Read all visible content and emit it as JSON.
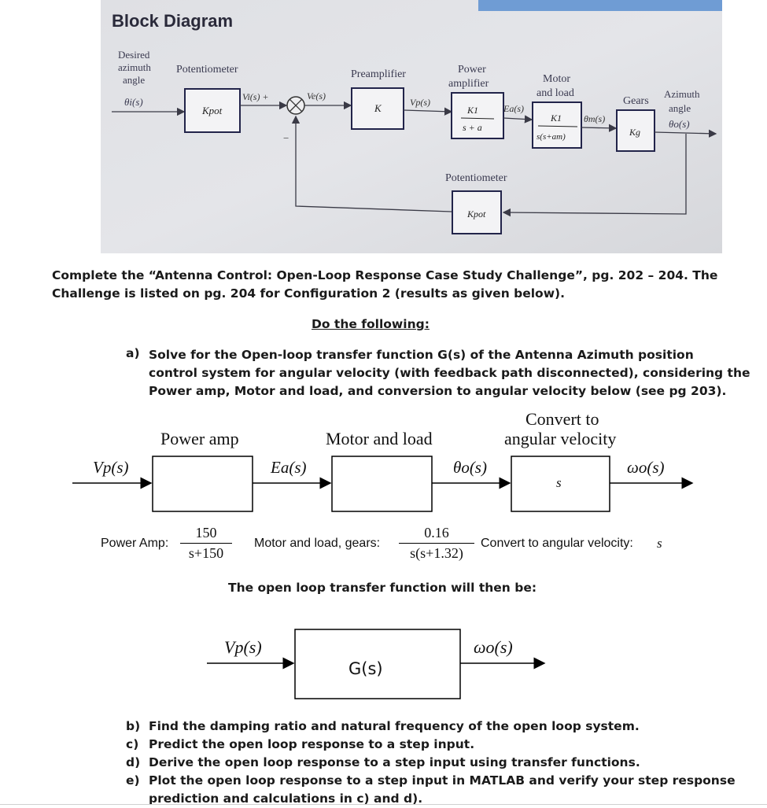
{
  "photo": {
    "heading": "Block Diagram",
    "input_label": [
      "Desired",
      "azimuth",
      "angle",
      "θi(s)"
    ],
    "pot1_label": "Potentiometer",
    "pot1_gain": "Kpot",
    "vi": "Vi(s) +",
    "ve": "Ve(s)",
    "minus": "−",
    "preamp_label": "Preamplifier",
    "preamp_gain": "K",
    "vp": "Vp(s)",
    "power_amp_label": [
      "Power",
      "amplifier"
    ],
    "power_amp_num": "K1",
    "power_amp_den": "s + a",
    "ea": "Ea(s)",
    "motor_label": [
      "Motor",
      "and load"
    ],
    "motor_num": "K1",
    "motor_den": "s(s+am)",
    "theta_m": "θm(s)",
    "gears_label": "Gears",
    "gears_gain": "Kg",
    "output_label": [
      "Azimuth",
      "angle",
      "θo(s)"
    ],
    "pot2_label": "Potentiometer",
    "pot2_gain": "Kpot"
  },
  "intro": {
    "line1": "Complete the “Antenna Control: Open-Loop Response Case Study Challenge”, pg. 202 – 204.  The",
    "line2": "Challenge is listed on pg. 204 for Configuration 2 (results as given below)."
  },
  "do_following": "Do the following:",
  "part_a": {
    "marker": "a)",
    "lines": [
      "Solve for the Open-loop transfer function G(s) of the Antenna Azimuth position",
      "control system for angular velocity (with feedback path disconnected), considering the",
      "Power amp, Motor and load, and conversion to angular velocity below (see pg 203)."
    ]
  },
  "chain": {
    "power_amp_label": "Power amp",
    "motor_label": "Motor and load",
    "convert_label": [
      "Convert to",
      "angular velocity"
    ],
    "vp": "Vp(s)",
    "ea": "Ea(s)",
    "theta_o": "θo(s)",
    "omega_o": "ωo(s)",
    "convert_block": "s"
  },
  "given": {
    "power_amp_label": "Power Amp:",
    "power_amp_num": "150",
    "power_amp_den": "s+150",
    "motor_label": "Motor and load, gears:",
    "motor_num": "0.16",
    "motor_den": "s(s+1.32)",
    "convert_label": "Convert to angular velocity:",
    "convert_value": "s"
  },
  "open_loop_text": "The open loop transfer function will then be:",
  "gs_diagram": {
    "input": "Vp(s)",
    "block": "G(s)",
    "output": "ωo(s)"
  },
  "tasks": [
    {
      "marker": "b)",
      "text": "Find the damping ratio and natural frequency of the open loop system."
    },
    {
      "marker": "c)",
      "text": "Predict the open loop response to a step input."
    },
    {
      "marker": "d)",
      "text": "Derive the open loop response to a step input using transfer functions."
    },
    {
      "marker": "e)",
      "text": "Plot the open loop response to a step input in MATLAB and verify your step response"
    },
    {
      "marker": "",
      "text": "prediction and calculations in c) and d)."
    }
  ]
}
